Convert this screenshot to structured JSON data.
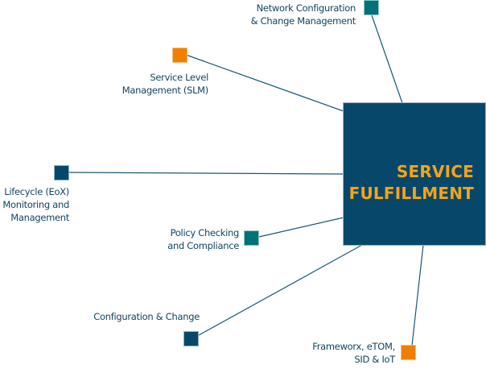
{
  "hub": {
    "title_line1": "SERVICE",
    "title_line2": "FULFILLMENT",
    "color": "#07486a",
    "text_color": "#f5a31b"
  },
  "colors": {
    "navy": "#07486a",
    "teal": "#027277",
    "orange": "#f07f00",
    "line": "#1d5775",
    "label": "#15445f"
  },
  "nodes": [
    {
      "id": "network-config",
      "label_lines": [
        "Network Configuration",
        "& Change Management"
      ],
      "color": "teal"
    },
    {
      "id": "slm",
      "label_lines": [
        "Service Level",
        "Management (SLM)"
      ],
      "color": "orange"
    },
    {
      "id": "lifecycle",
      "label_lines": [
        "Lifecycle (EoX)",
        "Monitoring and",
        "Management"
      ],
      "color": "navy"
    },
    {
      "id": "policy",
      "label_lines": [
        "Policy Checking",
        "and Compliance"
      ],
      "color": "teal"
    },
    {
      "id": "config-change",
      "label_lines": [
        "Configuration & Change"
      ],
      "color": "navy"
    },
    {
      "id": "frameworx",
      "label_lines": [
        "Frameworx, eTOM,",
        "SID & IoT"
      ],
      "color": "orange"
    }
  ]
}
